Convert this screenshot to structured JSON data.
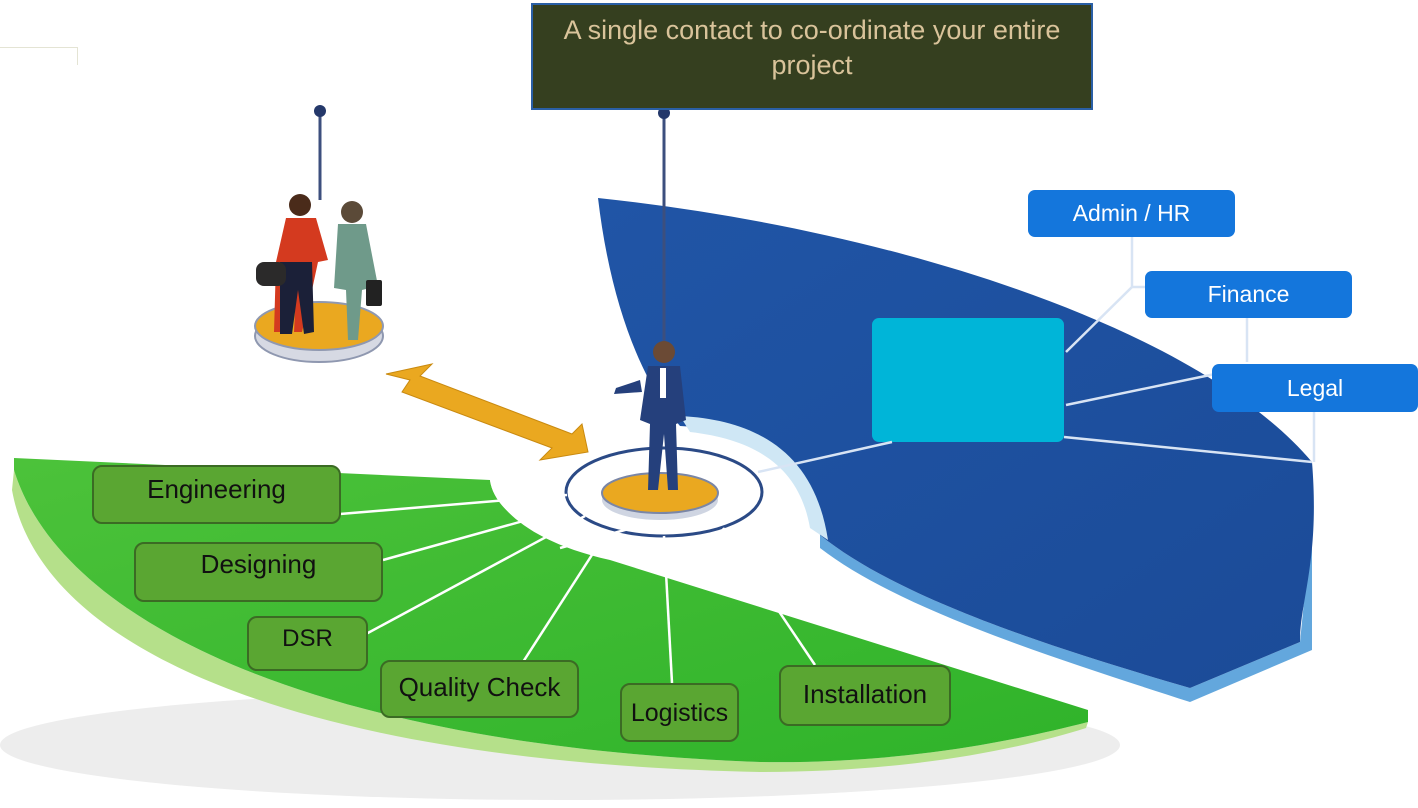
{
  "callout": {
    "text": "A single contact to co-ordinate your entire project"
  },
  "departments_group": {
    "color": "#1e4f9e",
    "items": [
      {
        "label": "Admin / HR"
      },
      {
        "label": "Finance"
      },
      {
        "label": "Legal"
      }
    ]
  },
  "operations_group": {
    "color": "#3dbd2e",
    "items": [
      {
        "label": "Engineering"
      },
      {
        "label": "Designing"
      },
      {
        "label": "DSR"
      },
      {
        "label": "Quality Check"
      },
      {
        "label": "Logistics"
      },
      {
        "label": "Installation"
      }
    ]
  },
  "colors": {
    "blue_segment": "#1e4f9e",
    "green_segment": "#3dbd2e",
    "blue_label": "#1476dc",
    "green_label": "#5aa632",
    "hub_box": "#00b5d8",
    "arrow": "#eaa820",
    "callout_bg": "#353f1f",
    "callout_text": "#d9c39a"
  }
}
